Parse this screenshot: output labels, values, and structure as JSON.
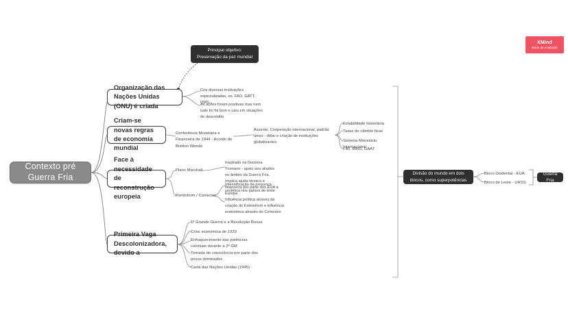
{
  "app": {
    "watermark_title": "XMind",
    "watermark_subtitle": "Modo de Avaliação"
  },
  "mindmap": {
    "central": {
      "label": "Contexto pré Guerra Fria"
    },
    "callout": {
      "label": "Principal objetivo: Preservação da paz mundial"
    },
    "branches": [
      {
        "label": "Organização das Nações Unidas (ONU) é criada",
        "children": [
          {
            "label": "Cria diversas instituições especializadas, ex. FAO, GATT, OMS..."
          },
          {
            "label": "As ações foram positivas mas nem tudo foi foi bom e caiu em situações de descrédito"
          }
        ]
      },
      {
        "label": "Criam-se novas regras de economia mundial",
        "children": [
          {
            "label": "Conferência Monetária e Financeira de 1944 - Acordo de Bretton Woods",
            "children": [
              {
                "label": "Assente: Cooperação internacional, padrão único - dólar e criação de instituições globalizantes",
                "children": [
                  {
                    "label": "Estabilidade monetária"
                  },
                  {
                    "label": "Taxas de câmbio fixas"
                  },
                  {
                    "label": "Sistema Monetário Internacional"
                  },
                  {
                    "label": "FMI, BIRD, GAAT"
                  }
                ]
              }
            ]
          }
        ]
      },
      {
        "label": "Face à necessidade de reconstrução europeia",
        "children": [
          {
            "label": "Plano Marshall",
            "children": [
              {
                "label": "Inspirado na Doutrina Trumann - apoio aos aliados no âmbito da Guerra Fria. Implica ajuda técnica e financeira por parte dos EUA à Europa"
              }
            ]
          },
          {
            "label": "Kominform / Comecon",
            "children": [
              {
                "label": "Intensificação da presença soviética nos países do leste"
              },
              {
                "label": "Influência política através da criação do Kominform e influência económica através do Comecon"
              }
            ]
          }
        ]
      },
      {
        "label": "Primeira Vaga Descolonizadora, devido a",
        "children": [
          {
            "label": "1ª Grande Guerra e a Revolução Russa"
          },
          {
            "label": "Crise económica de 1929"
          },
          {
            "label": "Enfraquecimento das potências coloniais durante a 2ª GM"
          },
          {
            "label": "Tomada de consciência por parte dos povos dominados"
          },
          {
            "label": "Carta das Nações Unidas (1945)"
          }
        ]
      }
    ],
    "summary": {
      "label": "Divisão do mundo em dois blocos, como superpotências",
      "children": [
        {
          "label": "Bloco Ocidental - EUA"
        },
        {
          "label": "Bloco de Leste - URSS"
        }
      ],
      "result": {
        "label": "Guerra Fria"
      }
    }
  }
}
